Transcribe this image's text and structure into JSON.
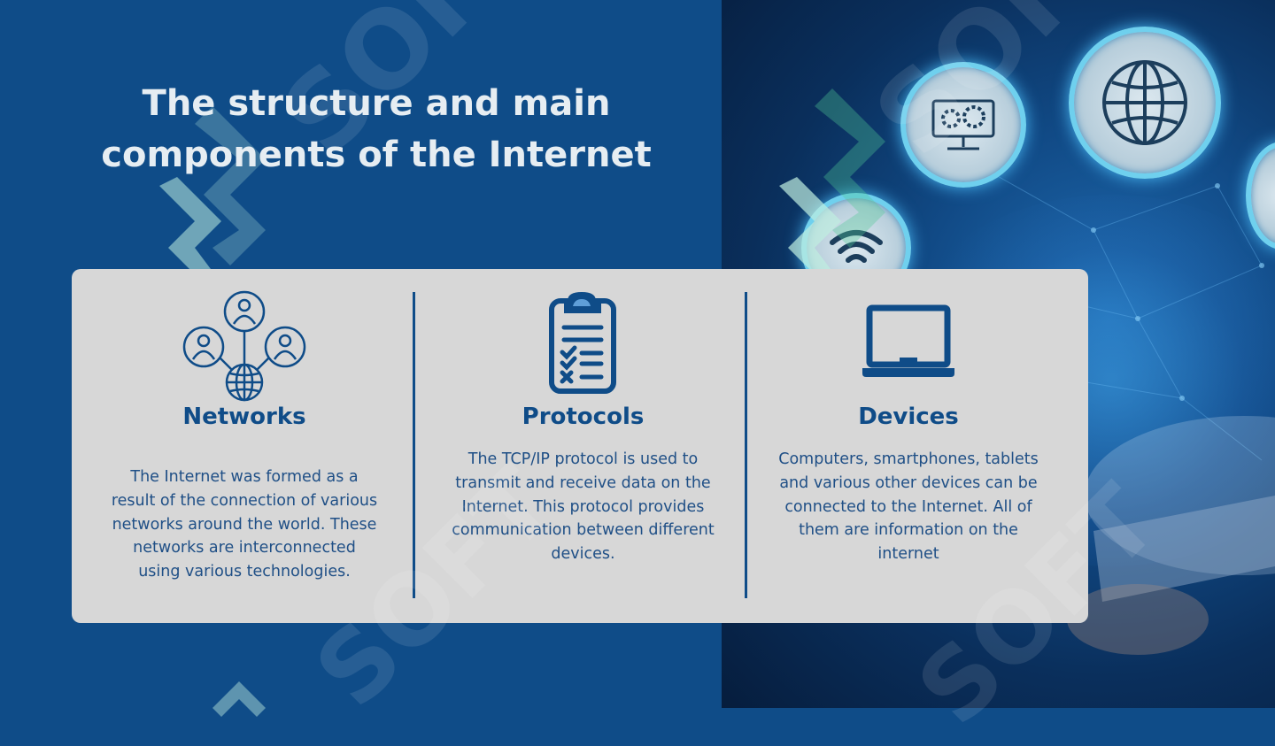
{
  "title_line1": "The structure and main",
  "title_line2": "components of the Internet",
  "watermark_text": "SOFT",
  "colors": {
    "primary_blue": "#0f4c88",
    "card_bg": "#d7d7d7",
    "title_text": "#e6edf2",
    "watermark_mint": "#bfeee0"
  },
  "cards": [
    {
      "icon": "network-people-globe-icon",
      "heading": "Networks",
      "body_lines": [
        "The Internet was formed as a",
        "result of the connection of various",
        "networks around the world.  These",
        "networks are interconnected",
        "using various technologies."
      ]
    },
    {
      "icon": "clipboard-checklist-icon",
      "heading": "Protocols",
      "body_lines": [
        "The TCP/IP protocol is used to",
        "transmit and receive data on the",
        "Internet.  This protocol provides",
        "communication between different",
        "devices."
      ]
    },
    {
      "icon": "laptop-icon",
      "heading": "Devices",
      "body_lines": [
        "Computers, smartphones, tablets",
        "and various other devices can be",
        "connected to the Internet.  All of",
        "them are information on the",
        "internet"
      ]
    }
  ],
  "background_icons": [
    "globe-icon",
    "gears-monitor-icon",
    "wifi-icon"
  ]
}
